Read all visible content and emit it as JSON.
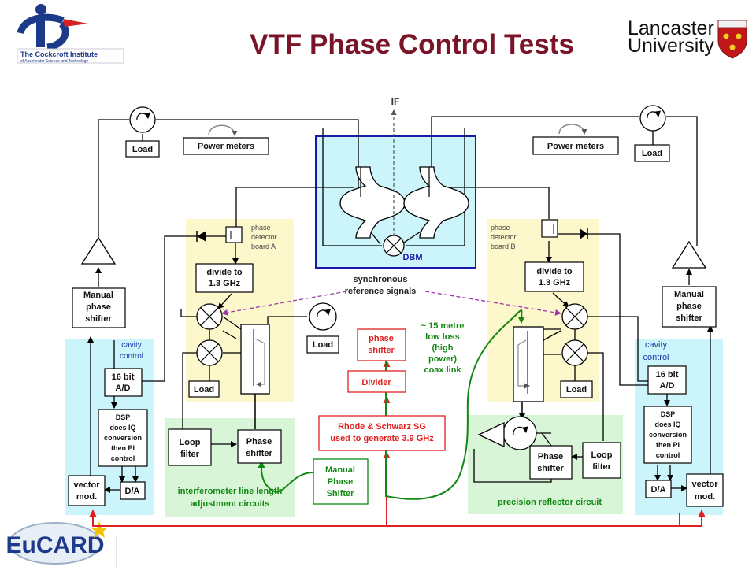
{
  "title": "VTF Phase Control Tests",
  "logos": {
    "cockcroft": "The Cockcroft Institute",
    "cockcroft_sub": "of Accelerator Science and Technology",
    "lancaster": [
      "Lancaster",
      "University"
    ],
    "eucard": "EuCARD"
  },
  "labels": {
    "if": "IF",
    "dbm": "DBM",
    "load": "Load",
    "power_meters": "Power meters",
    "phase_detector_a": [
      "phase",
      "detector",
      "board A"
    ],
    "phase_detector_b": [
      "phase",
      "detector",
      "board B"
    ],
    "divide": [
      "divide to",
      "1.3 GHz"
    ],
    "sync_ref": [
      "synchronous",
      "reference signals"
    ],
    "manual_phase_shifter": [
      "Manual",
      "phase",
      "shifter"
    ],
    "cavity_control": [
      "cavity",
      "control"
    ],
    "adc": [
      "16 bit",
      "A/D"
    ],
    "dsp": [
      "DSP",
      "does IQ",
      "conversion",
      "then PI",
      "control"
    ],
    "vector_mod": [
      "vector",
      "mod."
    ],
    "da": "D/A",
    "loop_filter": [
      "Loop",
      "filter"
    ],
    "phase_shifter_cap": [
      "Phase",
      "shifter"
    ],
    "phase_shifter_red": [
      "phase",
      "shifter"
    ],
    "divider": "Divider",
    "rhode": [
      "Rhode & Schwarz SG",
      "used to generate 3.9 GHz"
    ],
    "coax": [
      "~ 15 metre",
      "low loss",
      "(high",
      "power)",
      "coax link"
    ],
    "manual_phase_shifter_center": [
      "Manual",
      "Phase",
      "Shifter"
    ],
    "interferometer": [
      "interferometer  line length",
      "adjustment circuits"
    ],
    "precision_reflector": "precision reflector circuit"
  },
  "colors": {
    "title": "#7a1428",
    "cyan": "#ccf5fb",
    "yellow": "#fdf7cc",
    "green": "#d8f5d8",
    "blue_line": "#1a1aa8",
    "red": "#e02020",
    "green_line": "#118811",
    "purple": "#9a3aa8"
  }
}
